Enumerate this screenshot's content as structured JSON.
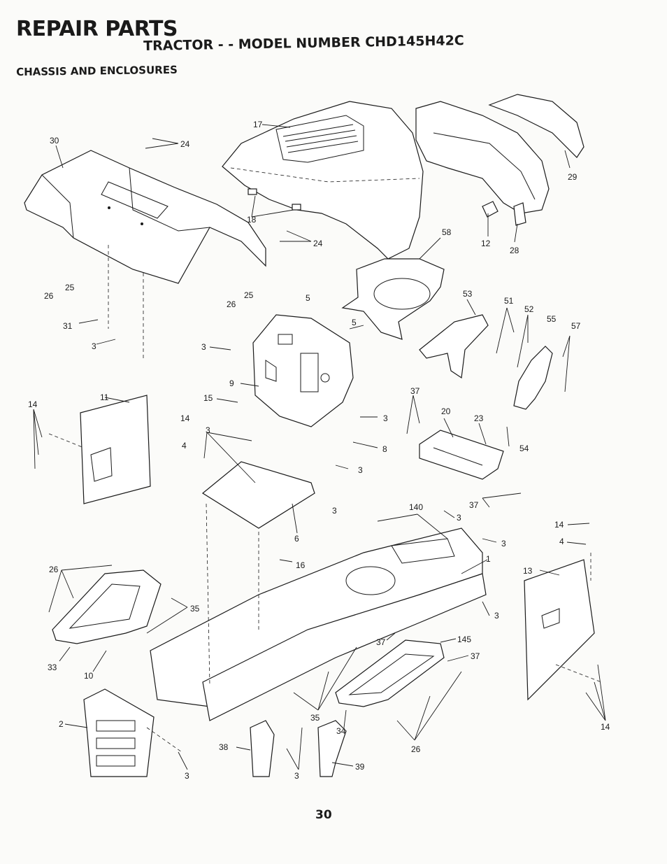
{
  "header": {
    "title": "REPAIR PARTS",
    "subtitle": "TRACTOR - - MODEL NUMBER CHD145H42C",
    "section": "CHASSIS AND ENCLOSURES"
  },
  "callouts": [
    {
      "name": "callout-30",
      "label": "30"
    },
    {
      "name": "callout-24-top",
      "label": "24"
    },
    {
      "name": "callout-17",
      "label": "17"
    },
    {
      "name": "callout-29",
      "label": "29"
    },
    {
      "name": "callout-18",
      "label": "18"
    },
    {
      "name": "callout-24-mid",
      "label": "24"
    },
    {
      "name": "callout-58",
      "label": "58"
    },
    {
      "name": "callout-12",
      "label": "12"
    },
    {
      "name": "callout-28",
      "label": "28"
    },
    {
      "name": "callout-25-left",
      "label": "25"
    },
    {
      "name": "callout-26-left",
      "label": "26"
    },
    {
      "name": "callout-26-mid",
      "label": "26"
    },
    {
      "name": "callout-25-mid",
      "label": "25"
    },
    {
      "name": "callout-5-a",
      "label": "5"
    },
    {
      "name": "callout-5-b",
      "label": "5"
    },
    {
      "name": "callout-53",
      "label": "53"
    },
    {
      "name": "callout-51",
      "label": "51"
    },
    {
      "name": "callout-52",
      "label": "52"
    },
    {
      "name": "callout-55",
      "label": "55"
    },
    {
      "name": "callout-57",
      "label": "57"
    },
    {
      "name": "callout-31",
      "label": "31"
    },
    {
      "name": "callout-3-a",
      "label": "3"
    },
    {
      "name": "callout-3-b",
      "label": "3"
    },
    {
      "name": "callout-9",
      "label": "9"
    },
    {
      "name": "callout-11",
      "label": "11"
    },
    {
      "name": "callout-14-a",
      "label": "14"
    },
    {
      "name": "callout-15",
      "label": "15"
    },
    {
      "name": "callout-14-b",
      "label": "14"
    },
    {
      "name": "callout-4-a",
      "label": "4"
    },
    {
      "name": "callout-3-c",
      "label": "3"
    },
    {
      "name": "callout-37-a",
      "label": "37"
    },
    {
      "name": "callout-20",
      "label": "20"
    },
    {
      "name": "callout-23",
      "label": "23"
    },
    {
      "name": "callout-54",
      "label": "54"
    },
    {
      "name": "callout-3-d",
      "label": "3"
    },
    {
      "name": "callout-8",
      "label": "8"
    },
    {
      "name": "callout-3-e",
      "label": "3"
    },
    {
      "name": "callout-37-b",
      "label": "37"
    },
    {
      "name": "callout-3-f",
      "label": "3"
    },
    {
      "name": "callout-140",
      "label": "140"
    },
    {
      "name": "callout-3-g",
      "label": "3"
    },
    {
      "name": "callout-6",
      "label": "6"
    },
    {
      "name": "callout-14-c",
      "label": "14"
    },
    {
      "name": "callout-4-b",
      "label": "4"
    },
    {
      "name": "callout-3-h",
      "label": "3"
    },
    {
      "name": "callout-1",
      "label": "1"
    },
    {
      "name": "callout-26-low",
      "label": "26"
    },
    {
      "name": "callout-16",
      "label": "16"
    },
    {
      "name": "callout-13",
      "label": "13"
    },
    {
      "name": "callout-35-a",
      "label": "35"
    },
    {
      "name": "callout-3-i",
      "label": "3"
    },
    {
      "name": "callout-33",
      "label": "33"
    },
    {
      "name": "callout-10",
      "label": "10"
    },
    {
      "name": "callout-37-c",
      "label": "37"
    },
    {
      "name": "callout-145",
      "label": "145"
    },
    {
      "name": "callout-37-d",
      "label": "37"
    },
    {
      "name": "callout-2",
      "label": "2"
    },
    {
      "name": "callout-35-b",
      "label": "35"
    },
    {
      "name": "callout-34",
      "label": "34"
    },
    {
      "name": "callout-38",
      "label": "38"
    },
    {
      "name": "callout-26-right",
      "label": "26"
    },
    {
      "name": "callout-14-d",
      "label": "14"
    },
    {
      "name": "callout-3-j",
      "label": "3"
    },
    {
      "name": "callout-3-k",
      "label": "3"
    },
    {
      "name": "callout-39",
      "label": "39"
    }
  ],
  "page_number": "30"
}
